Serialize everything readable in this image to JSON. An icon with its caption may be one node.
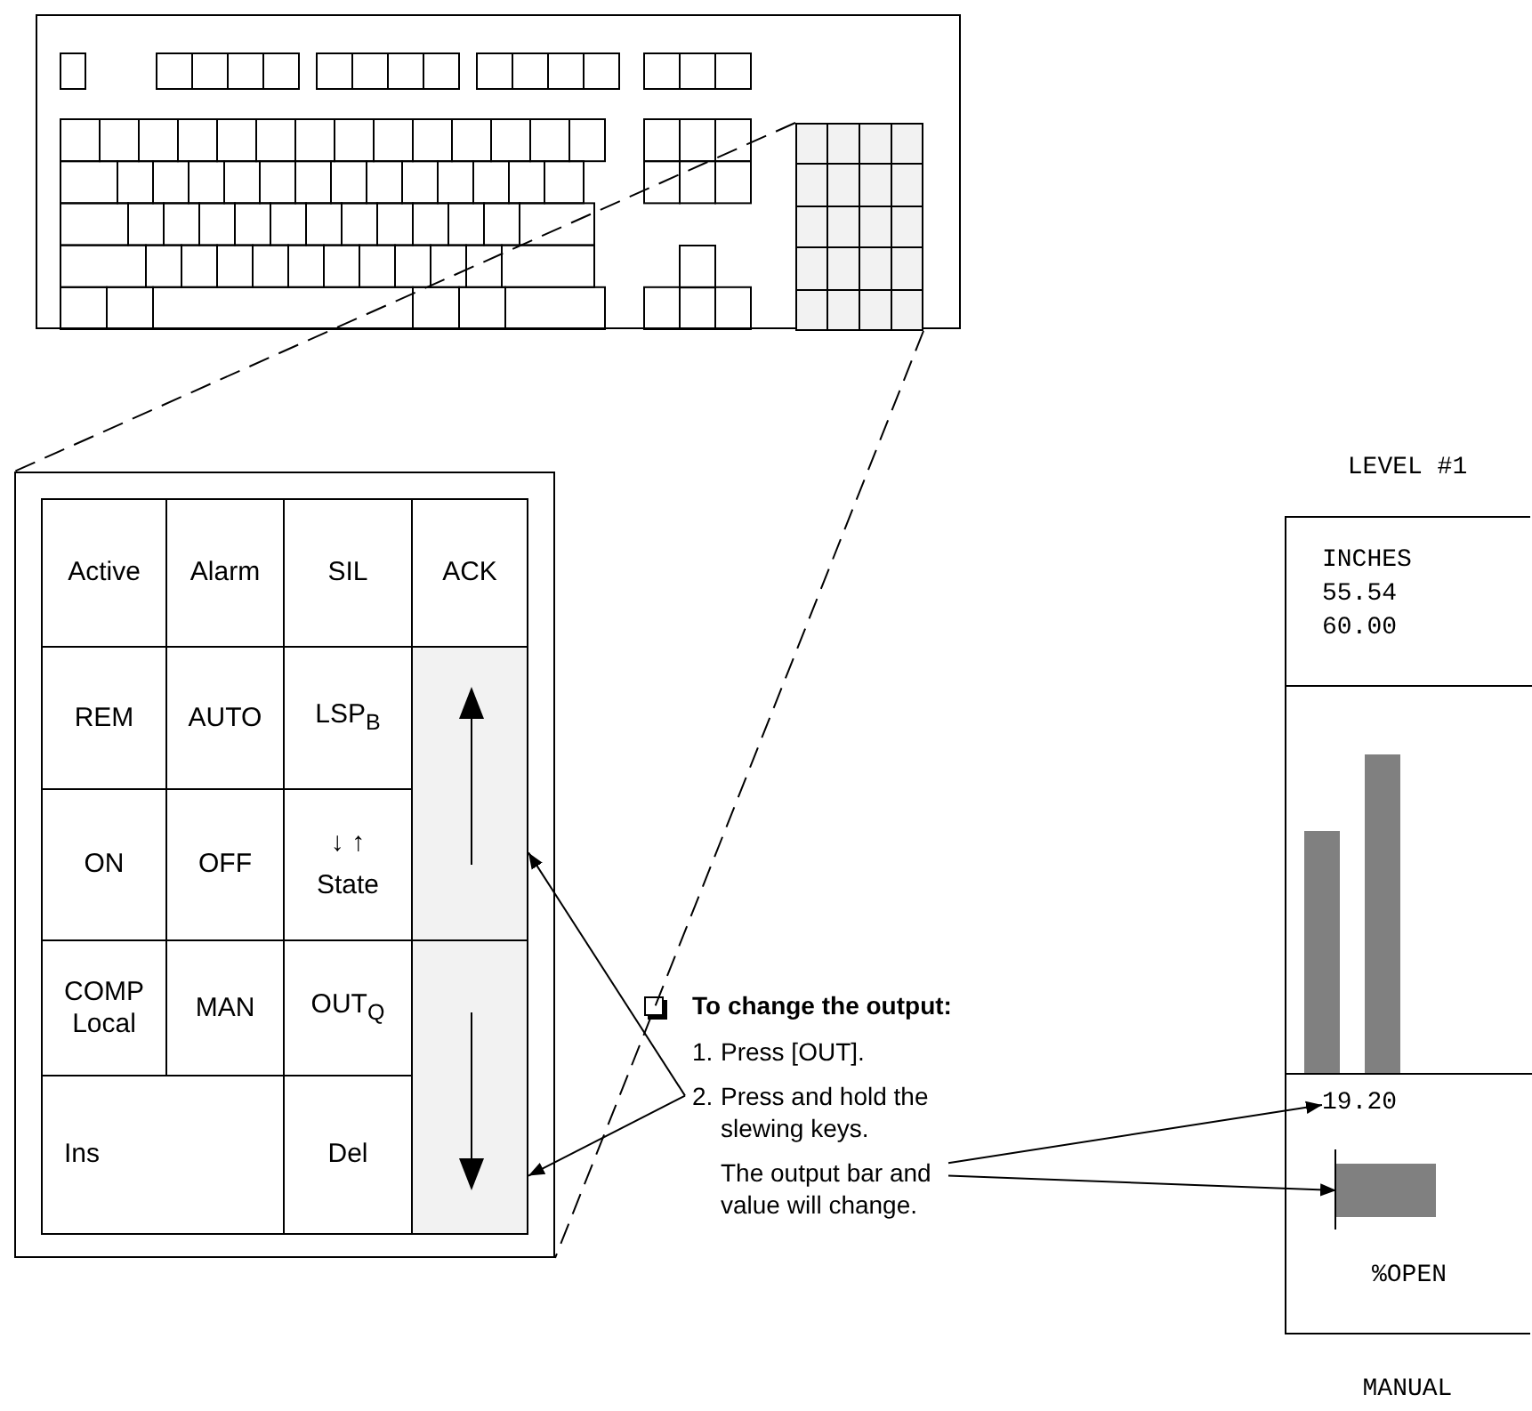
{
  "diagram": {
    "nodes": [
      {
        "text": [],
        "shape": "picture"
      },
      {
        "text": [],
        "shape": "box",
        "in": 0
      },
      {
        "text": [],
        "shape": "box"
      },
      {
        "text": [
          "Active"
        ],
        "in": 2
      },
      {
        "text": [
          "Alarm"
        ],
        "in": 2
      },
      {
        "text": [
          "SIL"
        ],
        "in": 2
      },
      {
        "text": [
          "ACK"
        ],
        "in": 2
      },
      {
        "text": [
          "REM"
        ],
        "in": 2
      },
      {
        "text": [
          "AUTO"
        ],
        "in": 2
      },
      {
        "text": [
          "LSP$_{B}$"
        ],
        "in": 2
      },
      {
        "text": [],
        "shape": "box",
        "in": 2
      },
      {
        "text": [
          "ON"
        ],
        "in": 2
      },
      {
        "text": [
          "OFF"
        ],
        "in": 2
      },
      {
        "text": [
          "↓ ↑",
          "State"
        ],
        "in": 2
      },
      {
        "text": [
          "COMP Local"
        ],
        "in": 2
      },
      {
        "text": [
          "MAN"
        ],
        "in": 2
      },
      {
        "text": [
          "OUT$_{Q}$"
        ],
        "in": 2
      },
      {
        "text": [],
        "shape": "box",
        "in": 2
      },
      {
        "text": [
          "Ins"
        ],
        "in": 2
      },
      {
        "text": [
          "Del"
        ],
        "in": 2
      },
      {
        "text": [
          "LEVEL #1"
        ]
      },
      {
        "text": [
          "INCHES",
          "55.54",
          "60.00"
        ],
        "in": 20
      },
      {
        "text": [
          "19.20"
        ],
        "in": 20
      },
      {
        "text": [],
        "shape": "bar",
        "in": 20
      },
      {
        "text": [
          "Press and hold the slewing keys."
        ],
        "beside": [
          "2."
        ]
      },
      {
        "text": [
          "The output bar and value will change."
        ]
      }
    ],
    "edges": [
      {
        "from": 1,
        "to": 2,
        "arrow": "none",
        "style": "dashed"
      },
      {
        "from": 1,
        "to": 2,
        "arrow": "none",
        "style": "dashed"
      },
      {
        "from": 24,
        "to": 10,
        "arrow": "to"
      },
      {
        "from": 24,
        "to": 17,
        "arrow": "to"
      },
      {
        "from": 25,
        "to": 22,
        "arrow": "to"
      },
      {
        "from": 25,
        "to": 23,
        "arrow": "to"
      }
    ],
    "labels": [
      "To change the output:",
      "1.",
      "Press [OUT].",
      "%OPEN",
      "MANUAL"
    ]
  }
}
